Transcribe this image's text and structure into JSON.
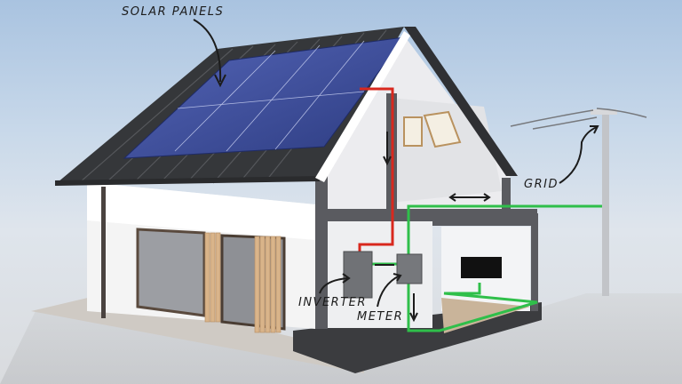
{
  "annotations": {
    "solar_panels": "SOLAR PANELS",
    "grid": "GRID",
    "inverter": "INVERTER",
    "meter": "METER"
  },
  "colors": {
    "dc_wire": "#d8281e",
    "ac_wire": "#2fbf4a",
    "roof": "#3a3c3f",
    "panel": "#3e4f9c",
    "wall": "#f2f2f2",
    "frame": "#55575b",
    "wood": "#d9b48a"
  }
}
